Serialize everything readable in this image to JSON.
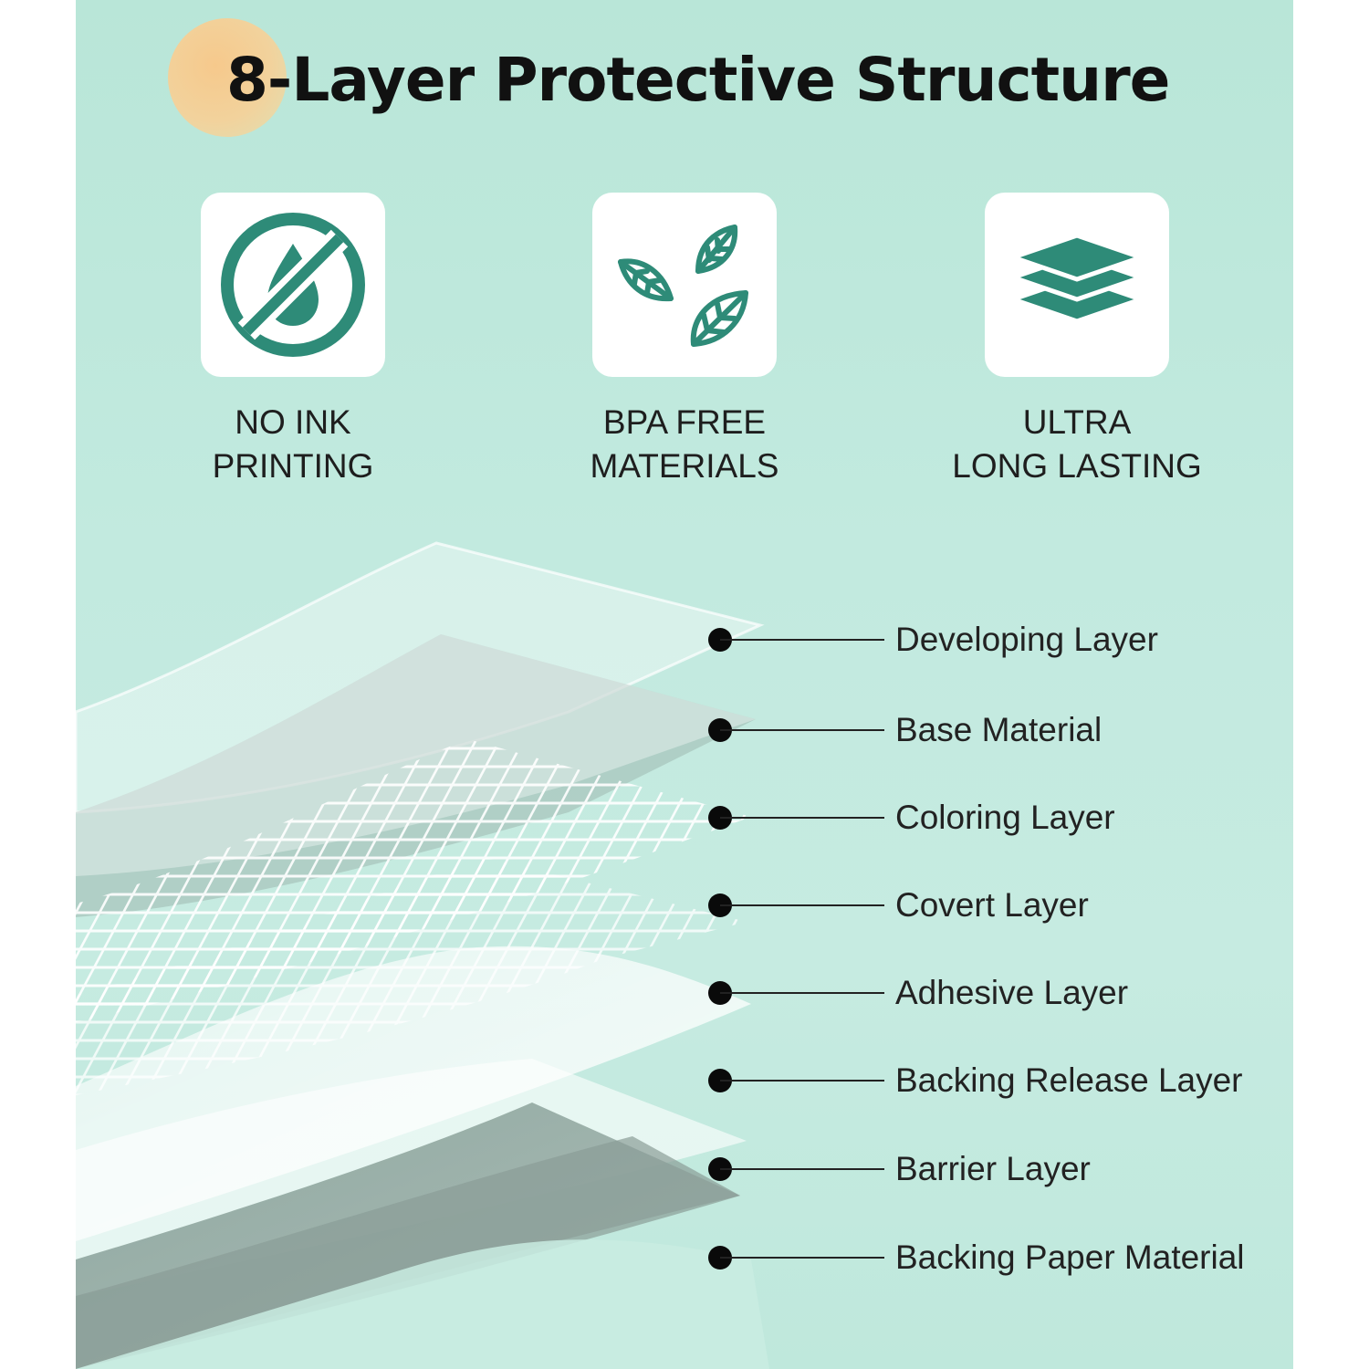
{
  "title": "8-Layer Protective Structure",
  "features": [
    {
      "icon": "no-ink-drop-icon",
      "line1": "NO INK",
      "line2": "PRINTING"
    },
    {
      "icon": "leaves-icon",
      "line1": "BPA FREE",
      "line2": "MATERIALS"
    },
    {
      "icon": "layers-stack-icon",
      "line1": "ULTRA",
      "line2": "LONG LASTING"
    }
  ],
  "layers": [
    "Developing Layer",
    "Base Material",
    "Coloring Layer",
    "Covert Layer",
    "Adhesive Layer",
    "Backing Release Layer",
    "Barrier Layer",
    "Backing Paper Material"
  ],
  "colors": {
    "background": "#c2eadf",
    "accent_circle": "#f6c98c",
    "icon_green": "#2e8b78",
    "text": "#1e1e1e"
  }
}
